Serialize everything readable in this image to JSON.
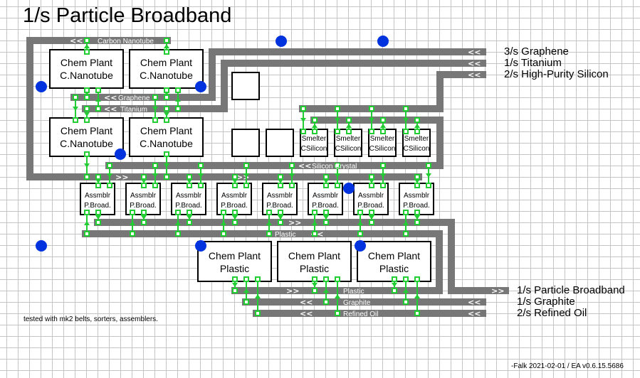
{
  "title": "1/s Particle Broadband",
  "io_labels": {
    "graphene": "3/s Graphene",
    "titanium": "1/s Titanium",
    "hp_silicon": "2/s High-Purity Silicon",
    "particle_broadband": "1/s Particle Broadband",
    "graphite": "1/s Graphite",
    "refined_oil": "2/s Refined Oil"
  },
  "belt_labels": {
    "carbon_nanotube": "Carbon Nanotube",
    "graphene": "Graphene",
    "titanium": "Titanium",
    "silicon_crystal": "Silicon Crystal",
    "plastic_upper": "Plastic",
    "plastic_lower": "Plastic",
    "graphite": "Graphite",
    "refined_oil": "Refined Oil"
  },
  "buildings": {
    "chem_nanotube": [
      "Chem Plant",
      "C.Nanotube"
    ],
    "assembler": [
      "Assmblr",
      "P.Broad."
    ],
    "smelter": [
      "Smelter",
      "CSilicon"
    ],
    "chem_plastic": [
      "Chem Plant",
      "Plastic"
    ]
  },
  "belt_arrows": {
    "left": "<<",
    "right": ">>"
  },
  "note": "tested with mk2 belts, sorters, assemblers.",
  "credit": "-Falk 2021-02-01 / EA v0.6.15.5686",
  "colors": {
    "belt": "#777777",
    "sorter": "#22cc33",
    "power_pole": "#0033dd",
    "building_border": "#000000"
  }
}
